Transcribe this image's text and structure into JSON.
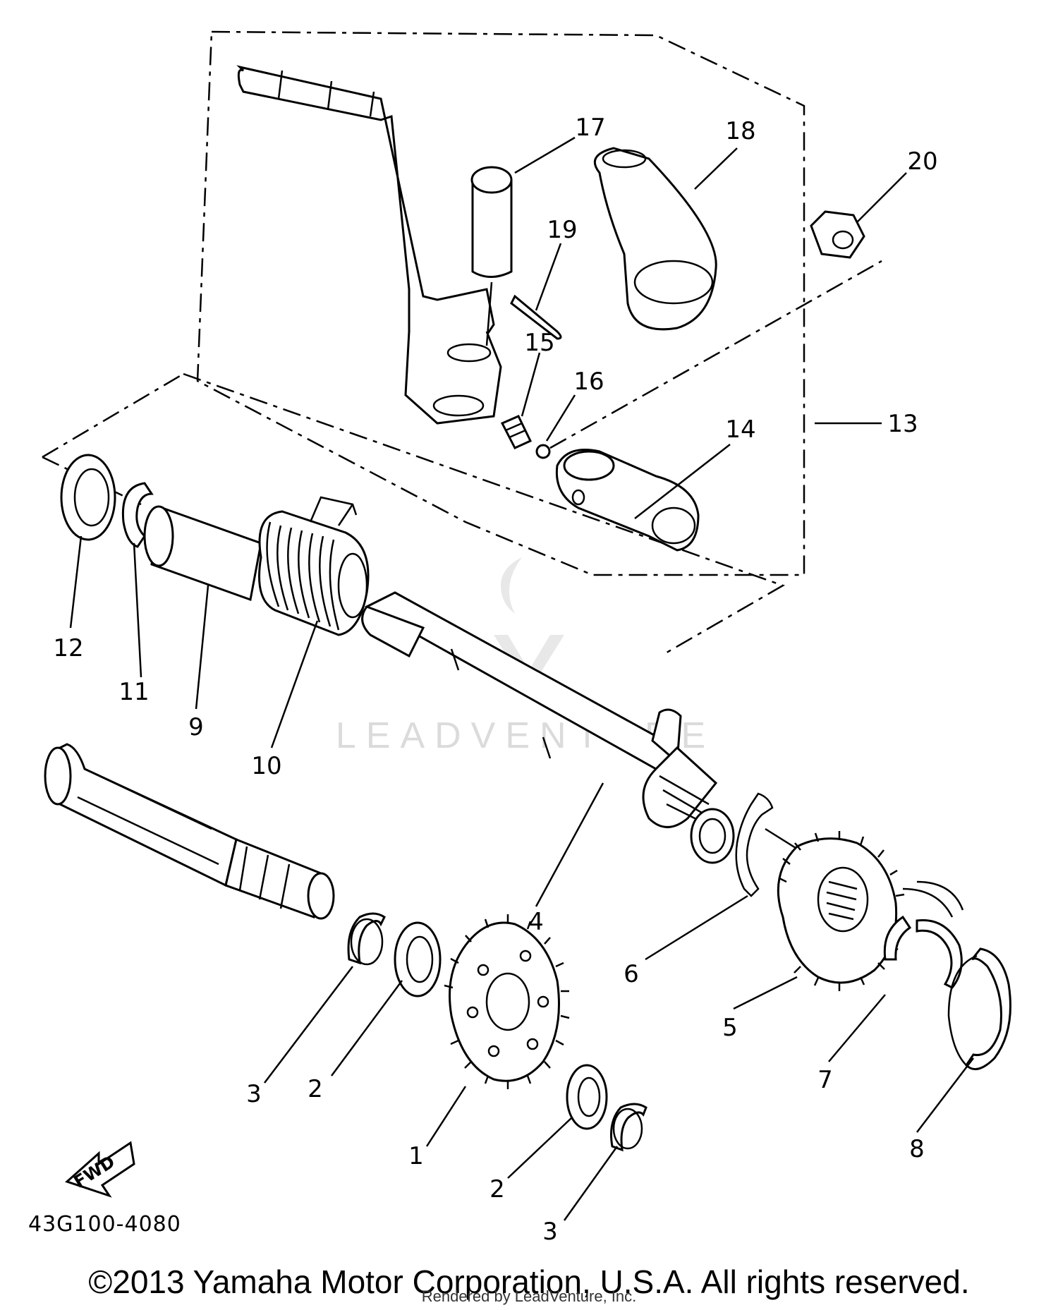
{
  "diagram": {
    "code": "43G100-4080",
    "fwd_label": "FWD",
    "copyright": "©2013 Yamaha Motor Corporation, U.S.A. All rights reserved.",
    "rendered_by": "Rendered by LeadVenture, Inc.",
    "watermark": "LEADVENTURE"
  },
  "callouts": [
    {
      "id": "1",
      "label": "1"
    },
    {
      "id": "2a",
      "label": "2"
    },
    {
      "id": "2b",
      "label": "2"
    },
    {
      "id": "3a",
      "label": "3"
    },
    {
      "id": "3b",
      "label": "3"
    },
    {
      "id": "4",
      "label": "4"
    },
    {
      "id": "5",
      "label": "5"
    },
    {
      "id": "6",
      "label": "6"
    },
    {
      "id": "7",
      "label": "7"
    },
    {
      "id": "8",
      "label": "8"
    },
    {
      "id": "9",
      "label": "9"
    },
    {
      "id": "10",
      "label": "10"
    },
    {
      "id": "11",
      "label": "11"
    },
    {
      "id": "12",
      "label": "12"
    },
    {
      "id": "13",
      "label": "13"
    },
    {
      "id": "14",
      "label": "14"
    },
    {
      "id": "15",
      "label": "15"
    },
    {
      "id": "16",
      "label": "16"
    },
    {
      "id": "17",
      "label": "17"
    },
    {
      "id": "18",
      "label": "18"
    },
    {
      "id": "19",
      "label": "19"
    },
    {
      "id": "20",
      "label": "20"
    }
  ]
}
